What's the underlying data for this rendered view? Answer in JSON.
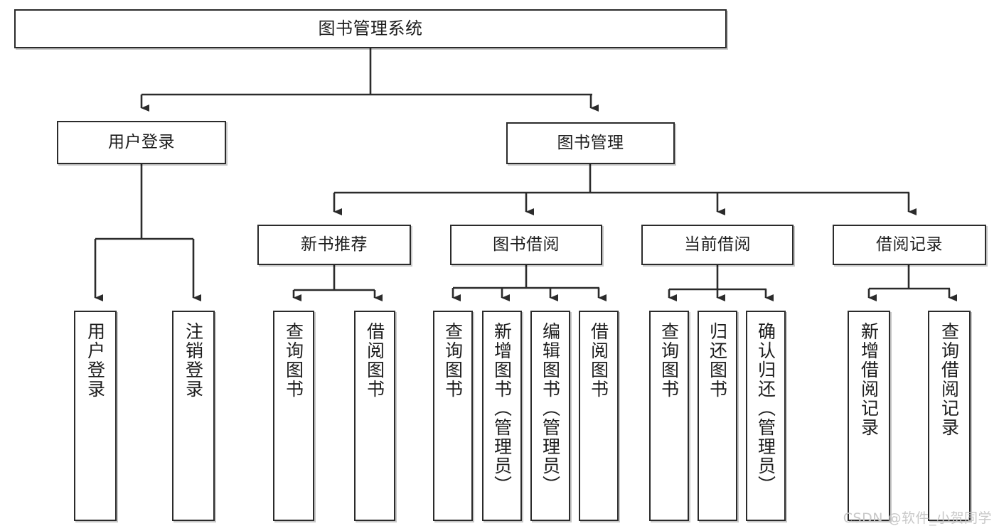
{
  "diagram": {
    "title": "图书管理系统",
    "type": "tree",
    "root": {
      "label": "图书管理系统"
    },
    "level2": [
      {
        "label": "用户登录"
      },
      {
        "label": "图书管理"
      }
    ],
    "level3": [
      {
        "label": "新书推荐"
      },
      {
        "label": "图书借阅"
      },
      {
        "label": "当前借阅"
      },
      {
        "label": "借阅记录"
      }
    ],
    "leaves": {
      "user_login": [
        {
          "label": "用户登录"
        },
        {
          "label": "注销登录"
        }
      ],
      "new_book": [
        {
          "label": "查询图书"
        },
        {
          "label": "借阅图书"
        }
      ],
      "book_borrow": [
        {
          "label": "查询图书"
        },
        {
          "label": "新增图书（管理员）"
        },
        {
          "label": "编辑图书（管理员）"
        },
        {
          "label": "借阅图书"
        }
      ],
      "current_borrow": [
        {
          "label": "查询图书"
        },
        {
          "label": "归还图书"
        },
        {
          "label": "确认归还（管理员）"
        }
      ],
      "borrow_record": [
        {
          "label": "新增借阅记录"
        },
        {
          "label": "查询借阅记录"
        }
      ]
    }
  },
  "watermark": {
    "text": "CSDN @软件_小贺同学"
  },
  "colors": {
    "stroke": "#2b2b2b",
    "fill": "#ffffff",
    "text": "#1d1d1d",
    "watermark": "#c8c8c8"
  }
}
